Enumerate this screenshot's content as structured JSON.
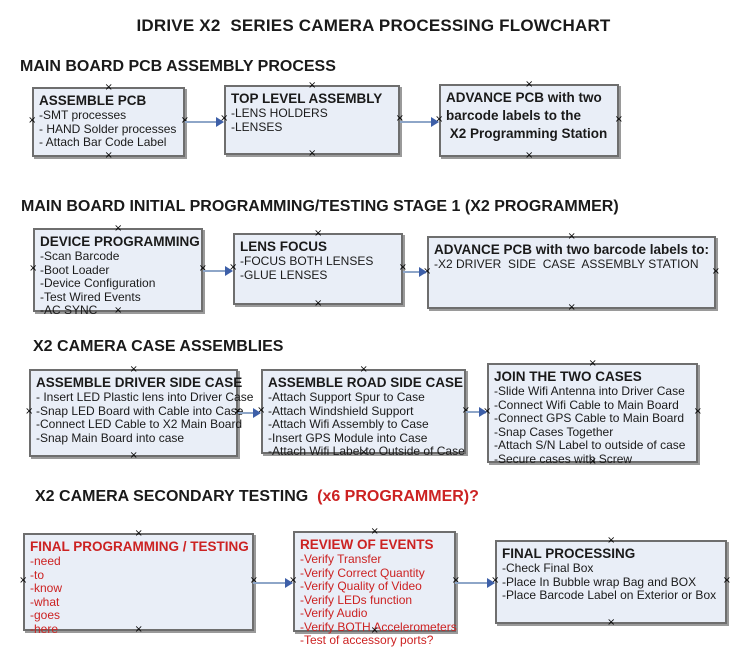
{
  "title": "IDRIVE X2  SERIES CAMERA PROCESSING FLOWCHART",
  "icons": {
    "selection_handle": "×"
  },
  "colors": {
    "box_fill": "#e9eef7",
    "box_border": "#6e6e6e",
    "box_shadow": "#9a9a9a",
    "arrow_line": "#8ea6c8",
    "arrow_head": "#3d5fa8",
    "accent_red": "#cc2222",
    "text": "#1a1a1a"
  },
  "sections": [
    {
      "header": "MAIN BOARD PCB ASSEMBLY PROCESS",
      "boxes": [
        {
          "title": "ASSEMBLE PCB",
          "lines": [
            "-SMT processes",
            "- HAND Solder processes",
            "- Attach Bar Code Label"
          ]
        },
        {
          "title": "TOP LEVEL ASSEMBLY",
          "lines": [
            "-LENS HOLDERS",
            "-LENSES"
          ]
        },
        {
          "title": "",
          "lines": [
            "ADVANCE PCB with two",
            "barcode labels to the",
            " X2 Programming Station"
          ]
        }
      ]
    },
    {
      "header": "MAIN BOARD INITIAL PROGRAMMING/TESTING STAGE 1 (X2 PROGRAMMER)",
      "boxes": [
        {
          "title": "DEVICE PROGRAMMING",
          "lines": [
            "-Scan Barcode",
            "-Boot Loader",
            "-Device Configuration",
            "-Test Wired Events",
            "-AC SYNC"
          ]
        },
        {
          "title": "LENS FOCUS",
          "lines": [
            "-FOCUS BOTH LENSES",
            "-GLUE LENSES"
          ]
        },
        {
          "title": "ADVANCE PCB with two barcode labels to:",
          "lines": [
            "-X2 DRIVER  SIDE  CASE  ASSEMBLY STATION"
          ]
        }
      ]
    },
    {
      "header": "X2 CAMERA CASE ASSEMBLIES",
      "boxes": [
        {
          "title": "ASSEMBLE DRIVER SIDE CASE",
          "lines": [
            "- Insert LED Plastic lens into Driver Case",
            "-Snap LED Board with Cable into Case",
            "-Connect LED Cable to X2 Main Board",
            "-Snap Main Board into case"
          ]
        },
        {
          "title": "ASSEMBLE ROAD SIDE CASE",
          "lines": [
            "-Attach Support Spur to Case",
            "-Attach Windshield Support",
            "-Attach Wifi Assembly to Case",
            "-Insert GPS Module into Case",
            "-Attach Wifi Label to Outside of Case"
          ]
        },
        {
          "title": "JOIN THE TWO CASES",
          "lines": [
            "-Slide Wifi Antenna into Driver Case",
            "-Connect Wifi Cable to Main Board",
            "-Connect GPS Cable to Main Board",
            "-Snap Cases Together",
            "-Attach S/N Label to outside of case",
            "-Secure cases with Screw"
          ]
        }
      ]
    },
    {
      "header": "X2 CAMERA SECONDARY TESTING  ",
      "header_highlight": "(x6 PROGRAMMER)?",
      "boxes": [
        {
          "title": "FINAL PROGRAMMING / TESTING",
          "lines": [
            "-need",
            "-to",
            "-know",
            "-what",
            "-goes",
            "-here"
          ]
        },
        {
          "title": "REVIEW OF EVENTS",
          "lines": [
            "-Verify Transfer",
            "-Verify Correct Quantity",
            "-Verify Quality of Video",
            "-Verify LEDs function",
            "-Verify Audio",
            "-Verify BOTH Accelerometers",
            "-Test of accessory ports?"
          ]
        },
        {
          "title": "FINAL PROCESSING",
          "lines": [
            "-Check Final Box",
            "-Place In Bubble wrap Bag and BOX",
            "-Place Barcode Label on Exterior or Box"
          ]
        }
      ]
    }
  ]
}
